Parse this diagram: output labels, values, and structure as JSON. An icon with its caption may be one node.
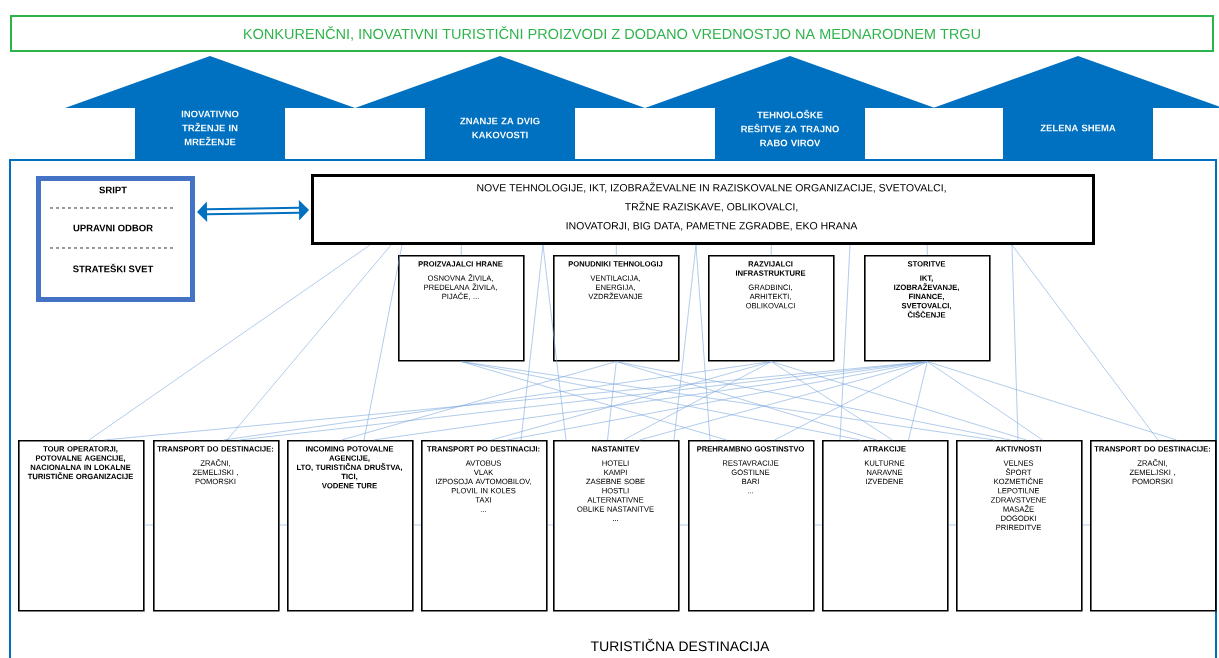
{
  "diagram": {
    "nodes": [
      {
        "text": [
          "KONKURENČNI, INOVATIVNI TURISTIČNI PROIZVODI  Z DODANO VREDNOSTJO NA MEDNARODNEM TRGU"
        ]
      },
      {
        "text": [
          "INOVATIVNO TRŽENJE IN MREŽENJE"
        ]
      },
      {
        "text": [
          "ZNANJE ZA DVIG KAKOVOSTI"
        ]
      },
      {
        "text": [
          "TEHNOLOŠKE REŠITVE ZA TRAJNO RABO VIROV"
        ]
      },
      {
        "text": [
          "ZELENA SHEMA"
        ]
      },
      {
        "text": [
          "TURISTIČNA DESTINACIJA"
        ]
      },
      {
        "text": [
          "SRIPT",
          "UPRAVNI ODBOR",
          "STRATEŠKI SVET"
        ],
        "in": 5
      },
      {
        "text": [
          "NOVE TEHNOLOGIJE, IKT, IZOBRAŽEVALNE IN RAZISKOVALNE ORGANIZACIJE, SVETOVALCI,",
          "TRŽNE RAZISKAVE,  OBLIKOVALCI,",
          "INOVATORJI, BIG DATA,  PAMETNE  ZGRADBE, EKO HRANA"
        ],
        "in": 5
      },
      {
        "text": [
          "PROIZVAJALCI HRANE",
          "OSNOVNA ŽIVILA,",
          "PREDELANA ŽIVILA,",
          "PIJAČE, ..."
        ],
        "in": 5
      },
      {
        "text": [
          "PONUDNIKI TEHNOLOGIJ",
          "VENTILACIJA,",
          "ENERGIJA,",
          "VZDRŽEVANJE"
        ],
        "in": 5
      },
      {
        "text": [
          "RAZVIJALCI INFRASTRUKTURE",
          "GRADBINCI,",
          "ARHITEKTI,",
          "OBLIKOVALCI"
        ],
        "in": 5
      },
      {
        "text": [
          "STORITVE",
          "IKT,",
          "IZOBRAŽEVANJE,",
          "FINANCE,",
          "SVETOVALCI,",
          "ČIŠČENJE"
        ],
        "in": 5
      },
      {
        "text": [
          "TOUR OPERATORJI, POTOVALNE AGENCIJE, NACIONALNA IN LOKALNE TURISTIČNE ORGANIZACIJE"
        ],
        "in": 5
      },
      {
        "text": [
          "TRANSPORT DO DESTINACIJE:",
          "ZRAČNI,",
          "ZEMELJSKI ,",
          "POMORSKI"
        ],
        "in": 5
      },
      {
        "text": [
          "INCOMING POTOVALNE AGENCIJE,",
          "LTO, TURISTIČNA DRUŠTVA,",
          "TICI,",
          "VODENE TURE"
        ],
        "in": 5
      },
      {
        "text": [
          "TRANSPORT PO DESTINACIJI:",
          "AVTOBUS",
          "VLAK",
          "IZPOSOJA AVTOMOBILOV, PLOVIL IN KOLES",
          "TAXI",
          "..."
        ],
        "in": 5
      },
      {
        "text": [
          "NASTANITEV",
          "HOTELI",
          "KAMPI",
          "ZASEBNE SOBE",
          "HOSTLI",
          "ALTERNATIVNE OBLIKE NASTANITVE",
          "..."
        ],
        "in": 5
      },
      {
        "text": [
          "PREHRAMBNO GOSTINSTVO",
          "RESTAVRACIJE",
          "GOSTILNE",
          "BARI",
          "..."
        ],
        "in": 5
      },
      {
        "text": [
          "ATRAKCIJE",
          "KULTURNE",
          "NARAVNE",
          "IZVEDENE"
        ],
        "in": 5
      },
      {
        "text": [
          "AKTIVNOSTI",
          "VELNES",
          "ŠPORT",
          "KOZMETIČNE",
          "LEPOTILNE",
          "ZDRAVSTVENE",
          "MASAŽE",
          "DOGODKI",
          "PRIREDITVE"
        ],
        "in": 5
      },
      {
        "text": [
          "TRANSPORT DO DESTINACIJE:",
          "ZRAČNI,",
          "ZEMELJSKI ,",
          "POMORSKI"
        ],
        "in": 5
      }
    ],
    "edges": [
      {
        "from": 6,
        "to": 7,
        "arrow": "both",
        "style": "thick",
        "color": "#0070c0"
      },
      {
        "from": 7,
        "to": 8,
        "arrow": "none"
      },
      {
        "from": 7,
        "to": 9,
        "arrow": "none"
      },
      {
        "from": 7,
        "to": 10,
        "arrow": "none"
      },
      {
        "from": 7,
        "to": 11,
        "arrow": "none"
      },
      {
        "from": 7,
        "to": 12,
        "arrow": "none"
      },
      {
        "from": 7,
        "to": 13,
        "arrow": "none"
      },
      {
        "from": 7,
        "to": 14,
        "arrow": "none"
      },
      {
        "from": 7,
        "to": 15,
        "arrow": "none"
      },
      {
        "from": 7,
        "to": 16,
        "arrow": "none"
      },
      {
        "from": 7,
        "to": 16,
        "arrow": "none"
      },
      {
        "from": 7,
        "to": 17,
        "arrow": "none"
      },
      {
        "from": 7,
        "to": 18,
        "arrow": "none"
      },
      {
        "from": 7,
        "to": 19,
        "arrow": "none"
      },
      {
        "from": 7,
        "to": 20,
        "arrow": "none"
      },
      {
        "from": 8,
        "to": 17,
        "arrow": "none"
      },
      {
        "from": 8,
        "to": 18,
        "arrow": "none"
      },
      {
        "from": 8,
        "to": 19,
        "arrow": "none"
      },
      {
        "from": 9,
        "to": 14,
        "arrow": "none"
      },
      {
        "from": 9,
        "to": 16,
        "arrow": "none"
      },
      {
        "from": 9,
        "to": 18,
        "arrow": "none"
      },
      {
        "from": 9,
        "to": 19,
        "arrow": "none"
      },
      {
        "from": 10,
        "to": 13,
        "arrow": "none"
      },
      {
        "from": 10,
        "to": 15,
        "arrow": "none"
      },
      {
        "from": 10,
        "to": 16,
        "arrow": "none"
      },
      {
        "from": 10,
        "to": 18,
        "arrow": "none"
      },
      {
        "from": 10,
        "to": 19,
        "arrow": "none"
      },
      {
        "from": 11,
        "to": 12,
        "arrow": "none"
      },
      {
        "from": 11,
        "to": 13,
        "arrow": "none"
      },
      {
        "from": 11,
        "to": 14,
        "arrow": "none"
      },
      {
        "from": 11,
        "to": 15,
        "arrow": "none"
      },
      {
        "from": 11,
        "to": 16,
        "arrow": "none"
      },
      {
        "from": 11,
        "to": 17,
        "arrow": "none"
      },
      {
        "from": 11,
        "to": 18,
        "arrow": "none"
      },
      {
        "from": 11,
        "to": 19,
        "arrow": "none"
      },
      {
        "from": 11,
        "to": 20,
        "arrow": "none"
      },
      {
        "from": 12,
        "to": 13,
        "arrow": "none"
      },
      {
        "from": 13,
        "to": 14,
        "arrow": "none"
      },
      {
        "from": 14,
        "to": 15,
        "arrow": "none"
      },
      {
        "from": 15,
        "to": 16,
        "arrow": "none"
      },
      {
        "from": 16,
        "to": 17,
        "arrow": "none"
      },
      {
        "from": 17,
        "to": 18,
        "arrow": "none"
      },
      {
        "from": 18,
        "to": 19,
        "arrow": "none"
      },
      {
        "from": 19,
        "to": 20,
        "arrow": "none"
      }
    ]
  }
}
